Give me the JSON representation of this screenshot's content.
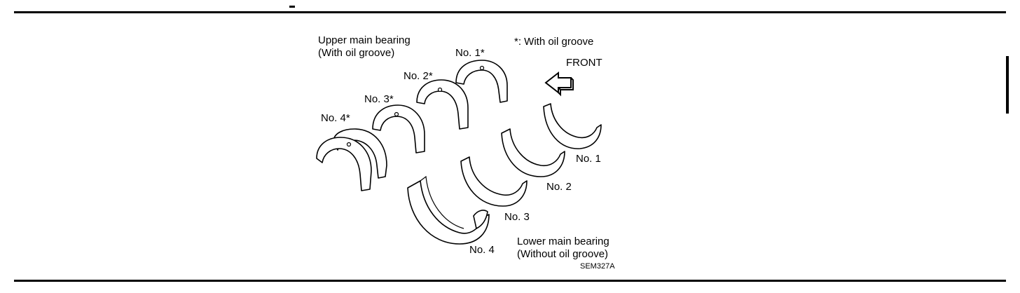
{
  "diagram": {
    "upper_caption_line1": "Upper main bearing",
    "upper_caption_line2": "(With oil groove)",
    "legend": "*: With oil groove",
    "front_label": "FRONT",
    "upper_labels": [
      "No. 1*",
      "No. 2*",
      "No. 3*",
      "No. 4*"
    ],
    "lower_labels": [
      "No. 1",
      "No. 2",
      "No. 3",
      "No. 4"
    ],
    "lower_caption_line1": "Lower main bearing",
    "lower_caption_line2": "(Without oil groove)",
    "figure_code": "SEM327A"
  }
}
